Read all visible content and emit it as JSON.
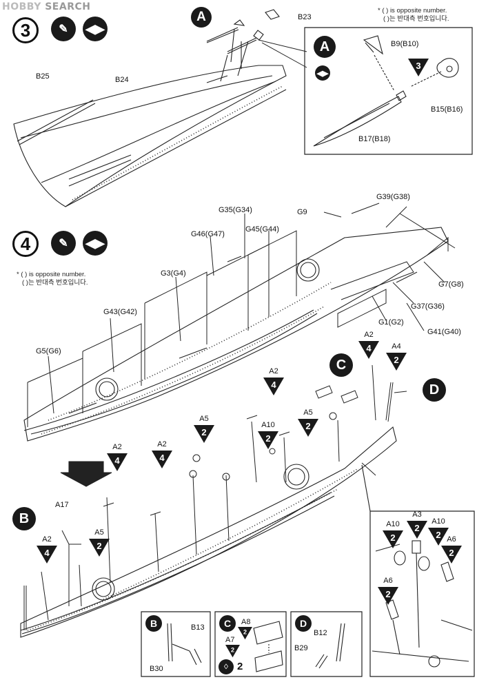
{
  "watermark": {
    "brand": "HOBBY",
    "suffix": "SEARCH"
  },
  "steps": {
    "s3": "3",
    "s4": "4",
    "note3_line1": "( ) is opposite number.",
    "note3_line2": "( )는 반대측 번호입니다.",
    "note4_line1": "( ) is opposite number.",
    "note4_line2": "( )는 반대측 번호입니다.",
    "star": "*"
  },
  "step3": {
    "callout": "A",
    "detail_callout": "A",
    "labels": {
      "b23": "B23",
      "b25": "B25",
      "b24": "B24",
      "b9": "B9(B10)",
      "b15": "B15(B16)",
      "b17": "B17(B18)"
    },
    "qty": "3"
  },
  "step4": {
    "labels": {
      "g35": "G35(G34)",
      "g9": "G9",
      "g39": "G39(G38)",
      "g46": "G46(G47)",
      "g45": "G45(G44)",
      "g3": "G3(G4)",
      "g7": "G7(G8)",
      "g37": "G37(G36)",
      "g43": "G43(G42)",
      "g1": "G1(G2)",
      "g41": "G41(G40)",
      "g5": "G5(G6)"
    }
  },
  "step5": {
    "callouts": {
      "c": "C",
      "d": "D",
      "b": "B"
    },
    "parts": [
      {
        "t": "A2",
        "n": "4"
      },
      {
        "t": "A4",
        "n": "2"
      },
      {
        "t": "A2",
        "n": "4"
      },
      {
        "t": "A5",
        "n": "2"
      },
      {
        "t": "A10",
        "n": "2"
      },
      {
        "t": "A5",
        "n": "2"
      },
      {
        "t": "A2",
        "n": "4"
      },
      {
        "t": "A2",
        "n": "4"
      },
      {
        "t": "A2",
        "n": "4"
      },
      {
        "t": "A5",
        "n": "2"
      }
    ],
    "a17": "A17",
    "detail": [
      {
        "t": "A10",
        "n": "2"
      },
      {
        "t": "A3",
        "n": "2"
      },
      {
        "t": "A10",
        "n": "2"
      },
      {
        "t": "A6",
        "n": "2"
      },
      {
        "t": "A6",
        "n": "2"
      }
    ]
  },
  "subB": {
    "callout": "B",
    "b13": "B13",
    "b30": "B30"
  },
  "subC": {
    "callout": "C",
    "a8": "A8",
    "a8n": "2",
    "a7": "A7",
    "a7n": "2",
    "glue_count": "2"
  },
  "subD": {
    "callout": "D",
    "b12": "B12",
    "b29": "B29"
  }
}
